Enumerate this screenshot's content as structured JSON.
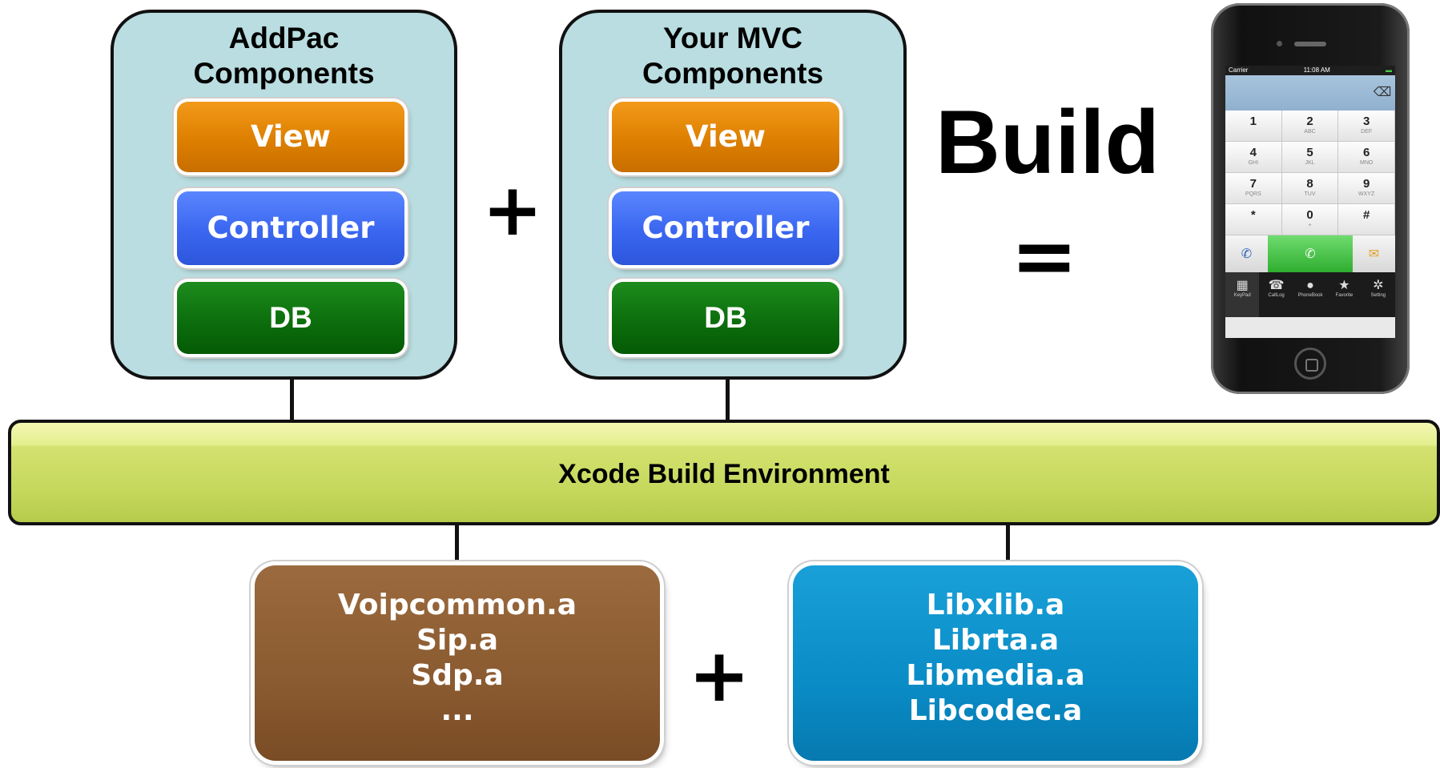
{
  "addpac": {
    "title_line1": "AddPac",
    "title_line2": "Components",
    "view": "View",
    "controller": "Controller",
    "db": "DB"
  },
  "mvc": {
    "title_line1": "Your MVC",
    "title_line2": "Components",
    "view": "View",
    "controller": "Controller",
    "db": "DB"
  },
  "plus_top": "+",
  "plus_bottom": "+",
  "build_label": "Build",
  "equals": "=",
  "xcode_label": "Xcode Build Environment",
  "lib_left": {
    "items": [
      "Voipcommon.a",
      "Sip.a",
      "Sdp.a",
      "..."
    ]
  },
  "lib_right": {
    "items": [
      "Libxlib.a",
      "Librta.a",
      "Libmedia.a",
      "Libcodec.a"
    ]
  },
  "phone": {
    "carrier": "Carrier",
    "time": "11:08 AM",
    "keys": [
      {
        "digit": "1",
        "sub": ""
      },
      {
        "digit": "2",
        "sub": "ABC"
      },
      {
        "digit": "3",
        "sub": "DEF"
      },
      {
        "digit": "4",
        "sub": "GHI"
      },
      {
        "digit": "5",
        "sub": "JKL"
      },
      {
        "digit": "6",
        "sub": "MNO"
      },
      {
        "digit": "7",
        "sub": "PQRS"
      },
      {
        "digit": "8",
        "sub": "TUV"
      },
      {
        "digit": "9",
        "sub": "WXYZ"
      },
      {
        "digit": "*",
        "sub": ""
      },
      {
        "digit": "0",
        "sub": "+"
      },
      {
        "digit": "#",
        "sub": ""
      }
    ],
    "tabs": [
      "KeyPad",
      "CallLog",
      "PhoneBook",
      "Favorite",
      "Setting"
    ],
    "icons": {
      "backspace": "backspace-icon",
      "call": "phone-icon",
      "message": "envelope-icon"
    }
  },
  "colors": {
    "view": "#dd7f00",
    "controller": "#3a66f0",
    "db": "#0c6e0c",
    "component_box": "#b9dde0",
    "xcode_bar": "#c5d75c",
    "lib_brown": "#8a5a30",
    "lib_blue": "#0a8cc6"
  }
}
